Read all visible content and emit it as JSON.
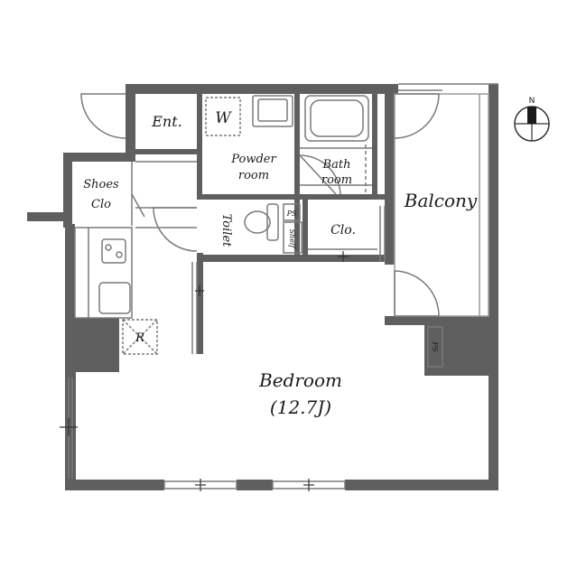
{
  "rooms": {
    "ent": "Ent.",
    "washer": "W",
    "powder_1": "Powder",
    "powder_2": "room",
    "bath_1": "Bath",
    "bath_2": "room",
    "shoes_1": "Shoes",
    "shoes_2": "Clo",
    "toilet": "Toilet",
    "ps_small": "PS",
    "shelf": "Shelf",
    "clo": "Clo.",
    "balcony": "Balcony",
    "refrigerator": "R",
    "bedroom": "Bedroom",
    "bedroom_size": "(12.7J)",
    "ps_balcony": "PS"
  },
  "compass": {
    "north_label": "N"
  },
  "colors": {
    "wall": "#5f5f5f",
    "line": "#7a7a7a",
    "text": "#1a1a1a"
  }
}
